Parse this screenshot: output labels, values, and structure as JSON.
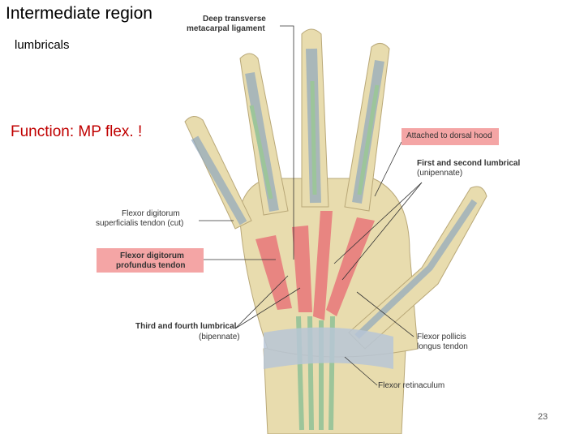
{
  "slide": {
    "title": "Intermediate region",
    "subtitle": "lumbricals",
    "function_text": "Function: MP flex. !",
    "page_number": "23"
  },
  "figure": {
    "labels": {
      "deep_transverse_1": "Deep transverse",
      "deep_transverse_2": "metacarpal ligament",
      "dorsal_hood": "Attached to dorsal hood",
      "first_second_1": "First and second lumbrical",
      "first_second_2": "(unipennate)",
      "fds_1": "Flexor digitorum",
      "fds_2": "superficialis tendon (cut)",
      "fdp_1": "Flexor digitorum",
      "fdp_2": "profundus tendon",
      "third_fourth_1": "Third and fourth lumbrical",
      "third_fourth_2": "(bipennate)",
      "fpl_1": "Flexor pollicis",
      "fpl_2": "longus tendon",
      "retinaculum": "Flexor retinaculum"
    },
    "colors": {
      "bone": "#e8dcae",
      "tendon_sheath": "#9fb4c8",
      "muscle": "#e9767a",
      "tendon_green": "#9cc59a",
      "highlight": "#f4a5a5"
    }
  }
}
